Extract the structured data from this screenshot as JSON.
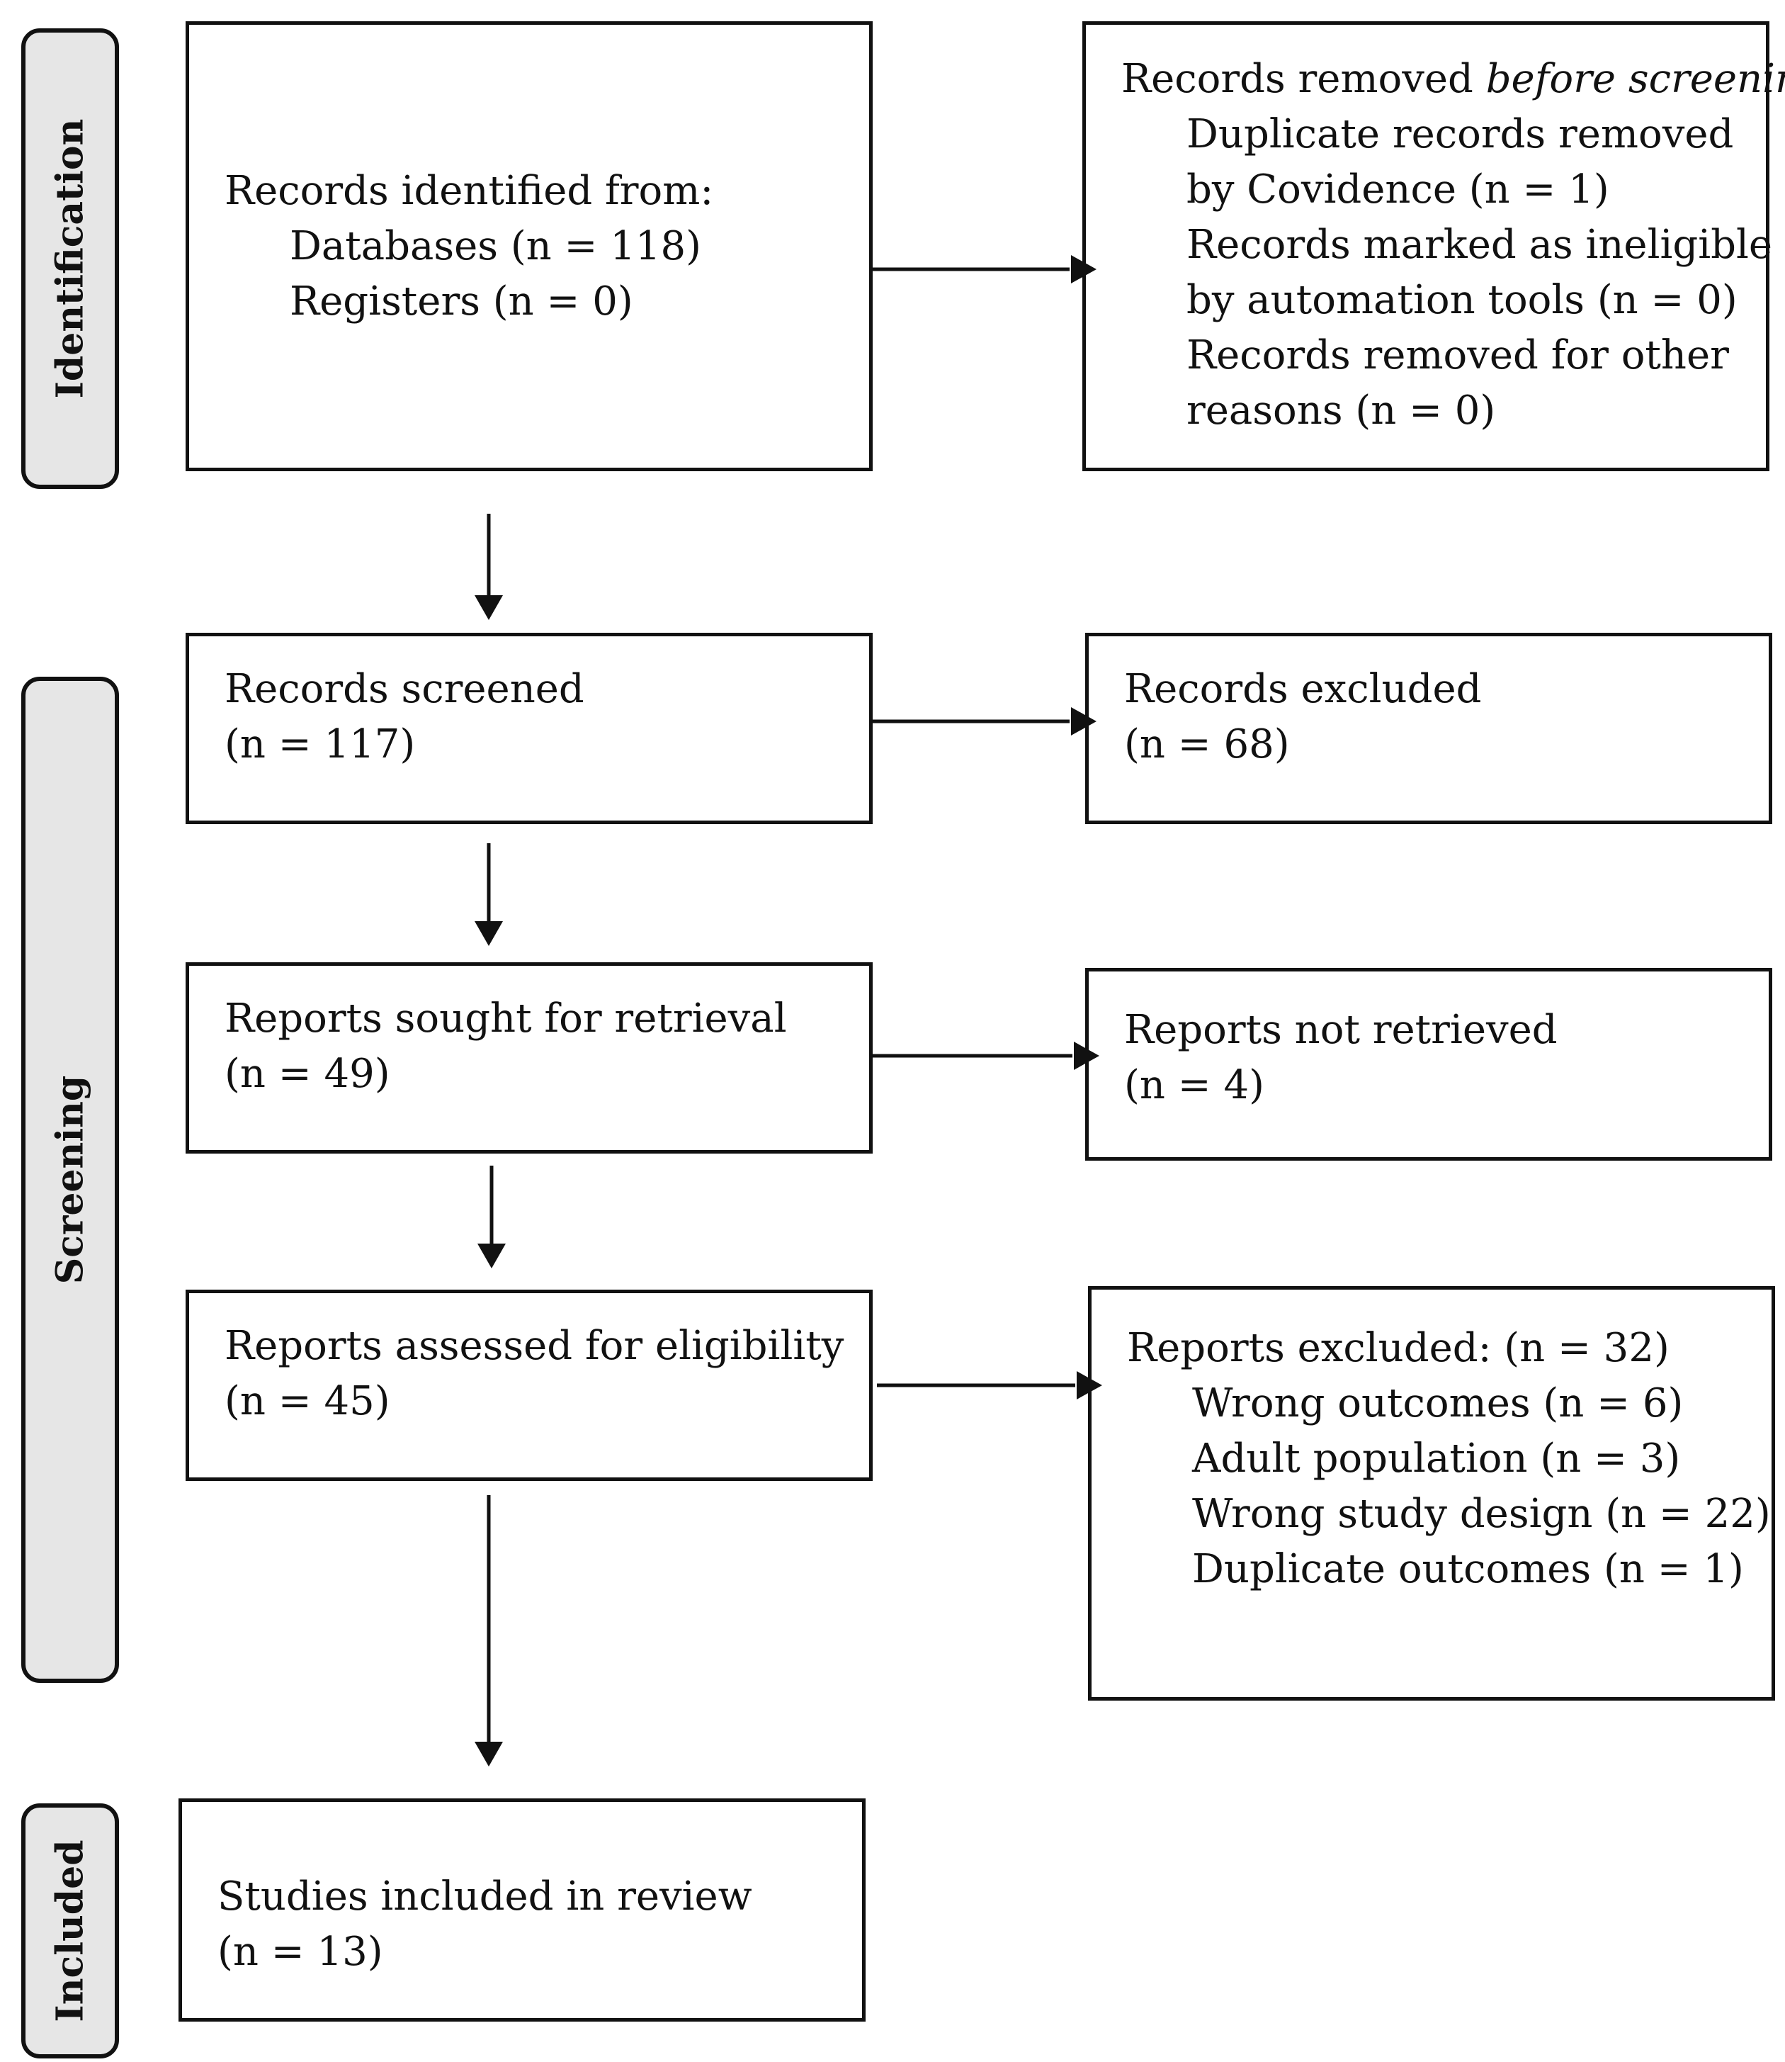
{
  "phases": {
    "identification": "Identification",
    "screening": "Screening",
    "included": "Included"
  },
  "identified": {
    "title": "Records identified from:",
    "databases": "Databases (n = 118)",
    "registers": "Registers (n = 0)"
  },
  "removed": {
    "title_prefix": "Records removed ",
    "title_italic": "before screening",
    "title_suffix": ":",
    "lines": [
      "Duplicate records removed",
      "by Covidence (n = 1)",
      "Records marked as ineligible",
      "by automation tools (n = 0)",
      "Records removed for other",
      "reasons (n = 0)"
    ]
  },
  "screened": {
    "title": "Records screened",
    "count": "(n = 117)"
  },
  "excluded": {
    "title": "Records excluded",
    "count": "(n = 68)"
  },
  "sought": {
    "title": "Reports sought for retrieval",
    "count": "(n = 49)"
  },
  "not_retrieved": {
    "title": "Reports not retrieved",
    "count": "(n = 4)"
  },
  "assessed": {
    "title": "Reports assessed for eligibility",
    "count": "(n = 45)"
  },
  "reports_excluded": {
    "title": "Reports excluded: (n = 32)",
    "reasons": [
      "Wrong outcomes (n = 6)",
      "Adult population (n = 3)",
      "Wrong study design (n = 22)",
      "Duplicate outcomes (n = 1)"
    ]
  },
  "included": {
    "title": "Studies included in review",
    "count": "(n = 13)"
  }
}
